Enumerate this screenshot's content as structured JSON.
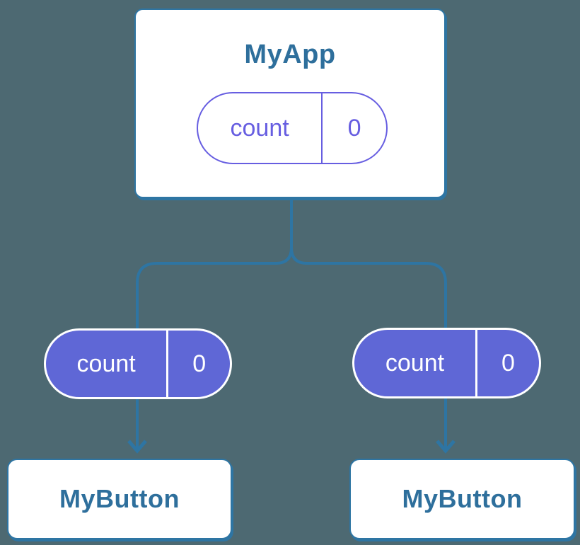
{
  "colors": {
    "background": "#4d6972",
    "card_bg": "#ffffff",
    "card_border": "#2e75a3",
    "connector": "#2e75a3",
    "node_text": "#2e6f9c",
    "pill_fill": "#5f67d6",
    "pill_outline": "#675ee1",
    "pill_stroke": "#ffffff",
    "pill_text_on_fill": "#ffffff"
  },
  "tree": {
    "root": {
      "label": "MyApp",
      "prop": {
        "name": "count",
        "value": "0"
      }
    },
    "children": [
      {
        "label": "MyButton",
        "prop": {
          "name": "count",
          "value": "0"
        }
      },
      {
        "label": "MyButton",
        "prop": {
          "name": "count",
          "value": "0"
        }
      }
    ]
  }
}
